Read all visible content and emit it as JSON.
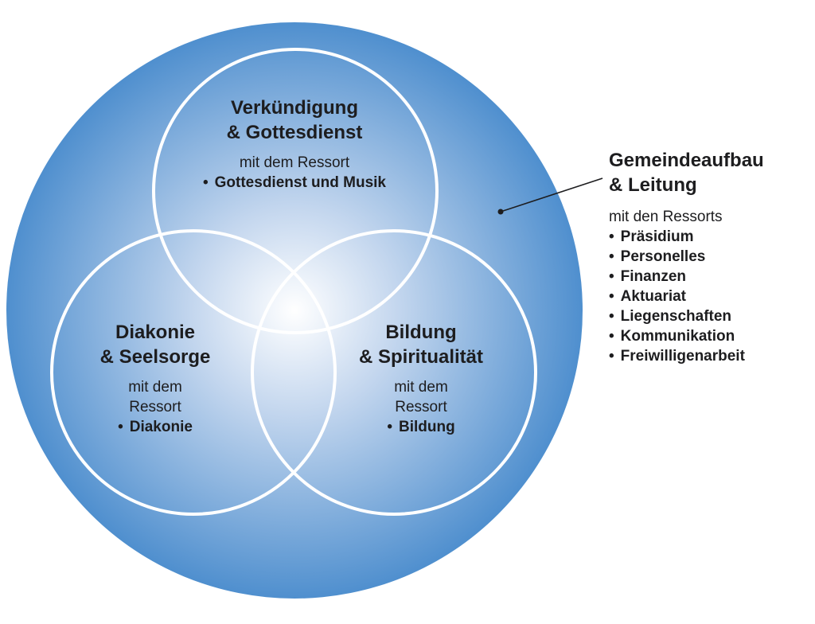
{
  "diagram": {
    "top": {
      "title_lines": [
        "Verkündigung",
        "& Gottesdienst"
      ],
      "subtitle_lines": [
        "mit dem Ressort"
      ],
      "items": [
        "Gottesdienst und Musik"
      ]
    },
    "left": {
      "title_lines": [
        "Diakonie",
        "& Seelsorge"
      ],
      "subtitle_lines": [
        "mit dem",
        "Ressort"
      ],
      "items": [
        "Diakonie"
      ]
    },
    "right": {
      "title_lines": [
        "Bildung",
        "& Spiritualität"
      ],
      "subtitle_lines": [
        "mit dem",
        "Ressort"
      ],
      "items": [
        "Bildung"
      ]
    },
    "outer": {
      "title_lines": [
        "Gemeindeaufbau",
        "& Leitung"
      ],
      "subtitle": "mit den Ressorts",
      "items": [
        "Präsidium",
        "Personelles",
        "Finanzen",
        "Aktuariat",
        "Liegenschaften",
        "Kommunikation",
        "Freiwilligenarbeit"
      ]
    },
    "bullet_symbol": "•",
    "colors": {
      "outer_edge": "#4a8ccd",
      "center_glow": "#ffffff",
      "circle_stroke": "#ffffff",
      "text": "#1d1d1f"
    }
  }
}
